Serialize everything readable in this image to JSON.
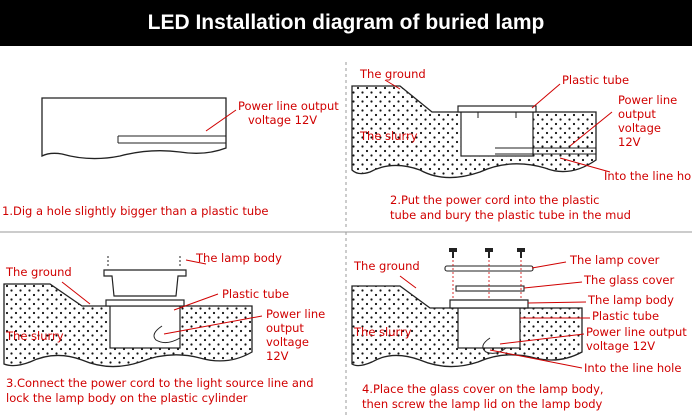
{
  "header": {
    "title": "LED Installation diagram of buried lamp"
  },
  "colors": {
    "label": "#d00000",
    "header_bg": "#000000",
    "line": "#1a1a1a"
  },
  "steps": [
    {
      "caption": "1.Dig a hole slightly bigger than a plastic tube",
      "labels": {
        "power_line_1": "Power line output",
        "power_line_2": "voltage 12V"
      }
    },
    {
      "caption_1": "2.Put the power cord into the plastic",
      "caption_2": "tube and bury the plastic tube in the mud",
      "labels": {
        "ground": "The ground",
        "slurry": "The slurry",
        "plastic_tube": "Plastic tube",
        "power_1": "Power line",
        "power_2": "output",
        "power_3": "voltage",
        "power_4": "12V",
        "line_hole": "Into the line hole"
      }
    },
    {
      "caption_1": "3.Connect the power cord to the light source line and",
      "caption_2": "lock the lamp body on the plastic cylinder",
      "labels": {
        "lamp_body": "The lamp body",
        "ground": "The ground",
        "plastic_tube": "Plastic tube",
        "slurry": "The slurry",
        "power_1": "Power line",
        "power_2": "output",
        "power_3": "voltage",
        "power_4": "12V"
      }
    },
    {
      "caption_1": "4.Place the glass cover on the lamp body,",
      "caption_2": "then screw the lamp lid on the lamp body",
      "labels": {
        "lamp_cover": "The lamp cover",
        "ground": "The ground",
        "glass_cover": "The glass cover",
        "lamp_body": "The lamp body",
        "plastic_tube": "Plastic tube",
        "slurry": "The slurry",
        "power_1": "Power line output",
        "power_2": "voltage 12V",
        "line_hole": "Into the line hole"
      }
    }
  ]
}
